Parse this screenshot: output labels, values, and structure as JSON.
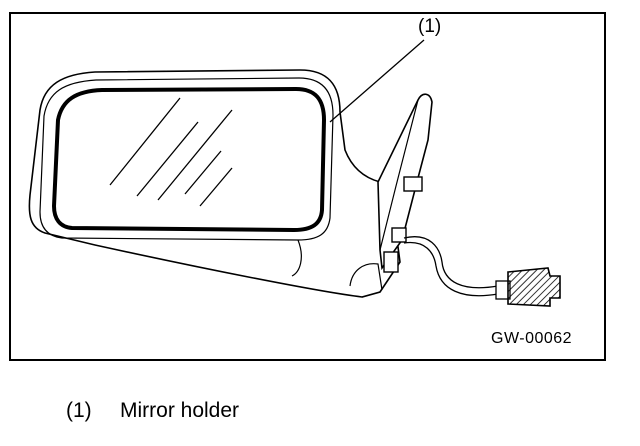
{
  "figure": {
    "callout_number": "(1)",
    "figure_code": "GW-00062"
  },
  "legend": {
    "items": [
      {
        "number": "(1)",
        "label": "Mirror holder"
      }
    ]
  }
}
